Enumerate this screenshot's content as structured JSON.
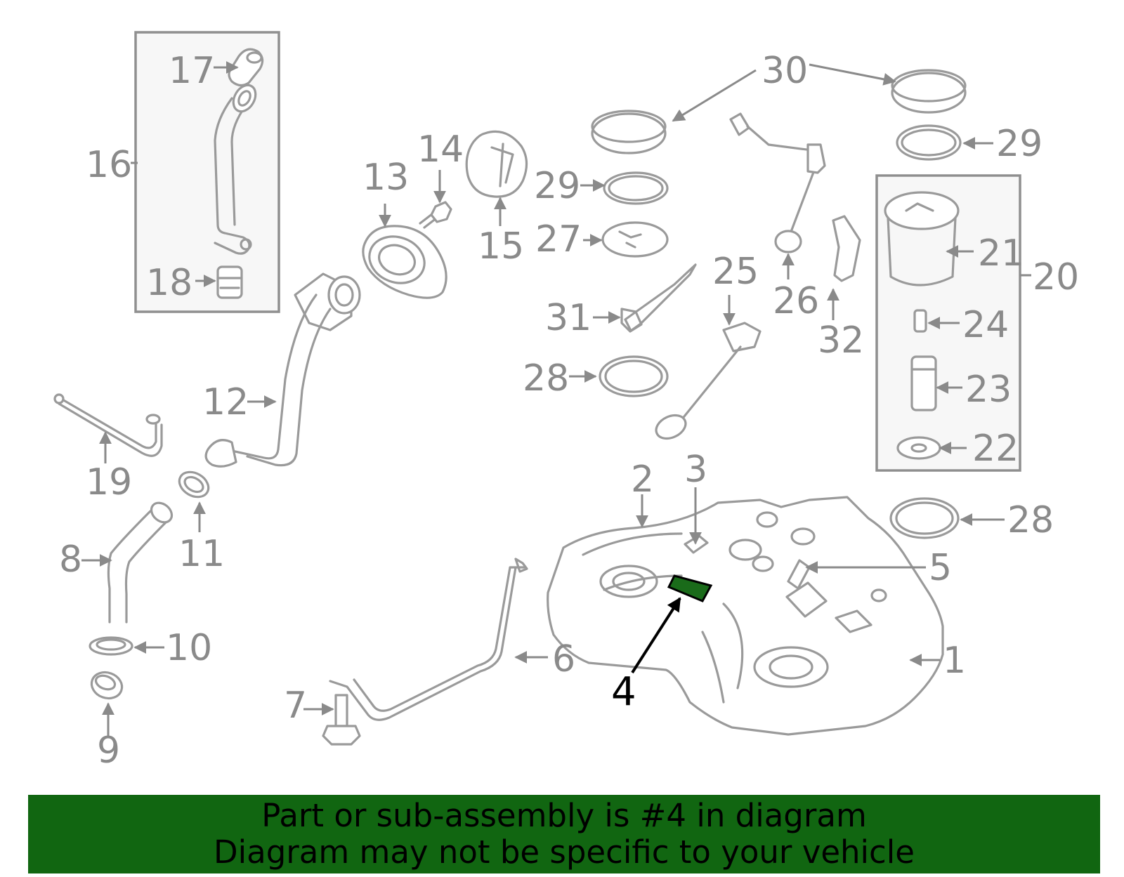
{
  "diagram": {
    "labels": [
      "1",
      "2",
      "3",
      "4",
      "5",
      "6",
      "7",
      "8",
      "9",
      "10",
      "11",
      "12",
      "13",
      "14",
      "15",
      "16",
      "17",
      "18",
      "19",
      "20",
      "21",
      "22",
      "23",
      "24",
      "25",
      "26",
      "27",
      "28",
      "28",
      "29",
      "29",
      "30",
      "31",
      "32"
    ],
    "highlighted_part": "4",
    "highlight_color": "#1a6b1a"
  },
  "banner": {
    "line1": "Part or sub-assembly is #4 in diagram",
    "line2": "Diagram may not be specific to your vehicle",
    "background": "#116611"
  }
}
